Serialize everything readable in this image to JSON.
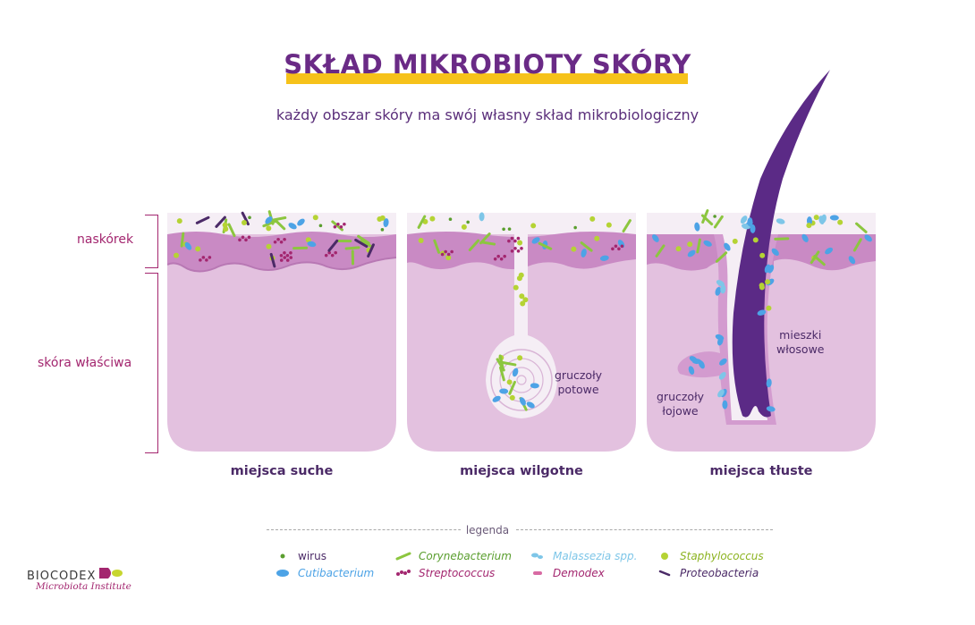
{
  "title": "SKŁAD MIKROBIOTY SKÓRY",
  "subtitle": "każdy obszar skóry ma swój własny skład mikrobiologiczny",
  "layers": {
    "epidermis": "naskórek",
    "dermis": "skóra właściwa"
  },
  "panels": [
    {
      "label": "miejsca suche"
    },
    {
      "label": "miejsca wilgotne",
      "annotation": [
        "gruczoły",
        "potowe"
      ]
    },
    {
      "label": "miejsca tłuste",
      "annotations": [
        [
          "mieszki",
          "włosowe"
        ],
        [
          "gruczoły",
          "łojowe"
        ]
      ]
    }
  ],
  "legend": {
    "title": "legenda",
    "items": [
      {
        "label": "wirus",
        "icon": "virus-dot-icon",
        "color": "#5a9e2e"
      },
      {
        "label": "Cutibacterium",
        "icon": "cutibacterium-oval-icon",
        "color": "#4da3e6"
      },
      {
        "label": "Corynebacterium",
        "icon": "corynebacterium-rod-icon",
        "color": "#8cc63f"
      },
      {
        "label": "Streptococcus",
        "icon": "streptococcus-chain-icon",
        "color": "#a3266f"
      },
      {
        "label": "Malassezia spp.",
        "icon": "malassezia-icon",
        "color": "#7ec6e8"
      },
      {
        "label": "Demodex",
        "icon": "demodex-icon",
        "color": "#d86aa3"
      },
      {
        "label": "Staphylococcus",
        "icon": "staphylococcus-dot-icon",
        "color": "#b5d334"
      },
      {
        "label": "Proteobacteria",
        "icon": "proteobacteria-rod-icon",
        "color": "#4b2a67"
      }
    ]
  },
  "logo": {
    "name": "BIOCODEX",
    "tagline": "Microbiota Institute"
  },
  "colors": {
    "title": "#6a2a86",
    "highlight": "#f6c21a",
    "dermis": "#e4c2e0",
    "epidermis": "#c98ac4",
    "hair": "#5b2a86",
    "accent": "#a3266f"
  }
}
